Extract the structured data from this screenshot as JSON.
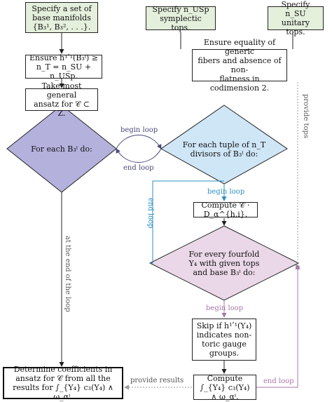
{
  "boxes": {
    "base_manifolds": "Specify a set of\nbase manifolds\n{B₃¹, B₃², . . .}.",
    "usp_tops": "Specify n_USp\nsymplectic tops.",
    "su_tops": "Specify n_SU\nunitary tops.",
    "ensure_h11": "Ensure h¹ʹ¹(B₃ⁱ) ≥\nn_T = n_SU + n_USp.",
    "ensure_generic": "Ensure equality of generic\nfibers and absence of non-\nflatness in codimension 2.",
    "ansatz": "Take most general\nansatz for 𝒞 ⊂ Z.",
    "for_each_base": "For each B₃ⁱ do:",
    "for_each_tuple": "For each tuple of n_T\ndivisors of B₃ⁱ do:",
    "compute_c_d": "Compute 𝒞 · D_α^{h,i}.",
    "for_every_fourfold": "For every fourfold\nY₄ with given tops\nand base B₃ⁱ do:",
    "skip": "Skip if h¹ʹ¹(Y₄)\nindicates non-\ntoric gauge\ngroups.",
    "compute_integral": "Compute\n∫_{Y₄} c₃(Y₄) ∧ ω_αⁱ.",
    "determine": "Determine coefficients in\nansatz for 𝒞 from all the\nresults for ∫_{Y₄} c₃(Y₄) ∧ ω_αⁱ."
  },
  "labels": {
    "begin_loop_outer": "begin loop",
    "end_loop_outer": "end loop",
    "begin_loop_middle": "begin loop",
    "end_loop_middle": "end loop",
    "begin_loop_inner": "begin loop",
    "end_loop_inner": "end loop",
    "provide_tops": "provide tops",
    "at_end_of_loop": "at the end of the loop",
    "provide_results": "provide results"
  },
  "colors": {
    "outer_diamond": "#b4b1dd",
    "middle_diamond": "#cfe6f7",
    "inner_diamond": "#ead7e8",
    "green_box": "#e4efdc",
    "dark_loop": "#4a4a7a",
    "blue_loop": "#2a8fbf",
    "pink_loop": "#a878a8",
    "gray_dashed": "#9a9a9a"
  }
}
